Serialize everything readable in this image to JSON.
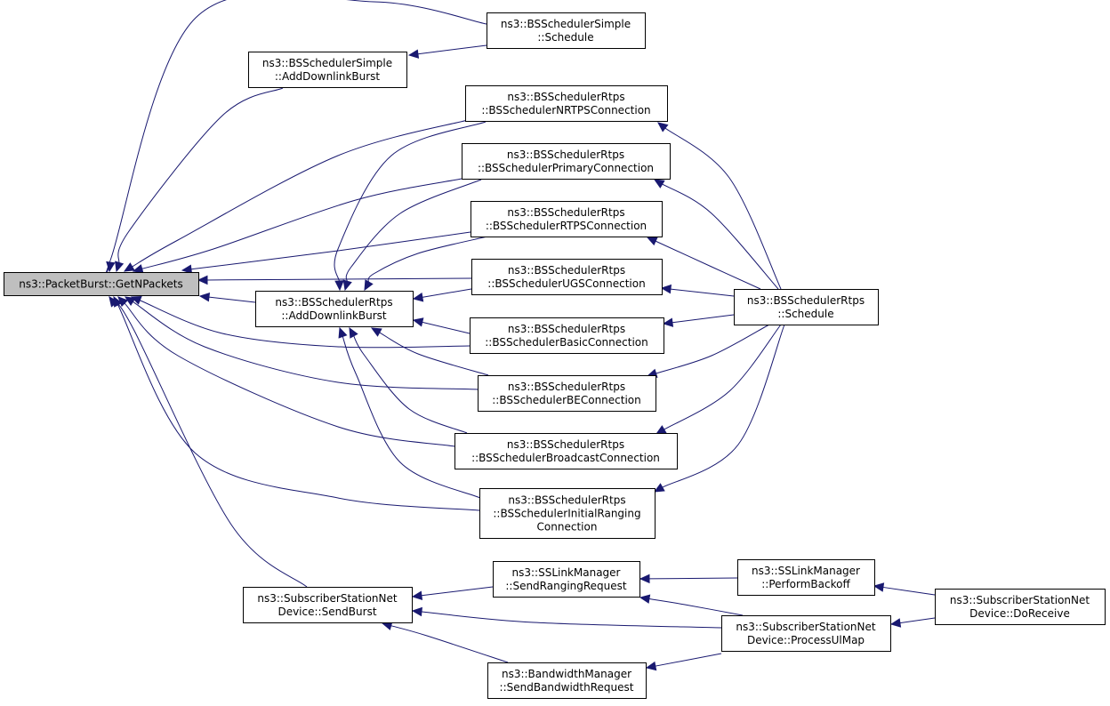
{
  "graph": {
    "root": "n_getnpackets",
    "nodes": [
      {
        "id": "n_getnpackets",
        "lines": [
          "ns3::PacketBurst::GetNPackets"
        ]
      },
      {
        "id": "n_simple_schedule",
        "lines": [
          "ns3::BSSchedulerSimple",
          "::Schedule"
        ]
      },
      {
        "id": "n_simple_adddl",
        "lines": [
          "ns3::BSSchedulerSimple",
          "::AddDownlinkBurst"
        ]
      },
      {
        "id": "n_rtps_nrtps",
        "lines": [
          "ns3::BSSchedulerRtps",
          "::BSSchedulerNRTPSConnection"
        ]
      },
      {
        "id": "n_rtps_primary",
        "lines": [
          "ns3::BSSchedulerRtps",
          "::BSSchedulerPrimaryConnection"
        ]
      },
      {
        "id": "n_rtps_rtps",
        "lines": [
          "ns3::BSSchedulerRtps",
          "::BSSchedulerRTPSConnection"
        ]
      },
      {
        "id": "n_rtps_adddl",
        "lines": [
          "ns3::BSSchedulerRtps",
          "::AddDownlinkBurst"
        ]
      },
      {
        "id": "n_rtps_ugs",
        "lines": [
          "ns3::BSSchedulerRtps",
          "::BSSchedulerUGSConnection"
        ]
      },
      {
        "id": "n_rtps_schedule",
        "lines": [
          "ns3::BSSchedulerRtps",
          "::Schedule"
        ]
      },
      {
        "id": "n_rtps_basic",
        "lines": [
          "ns3::BSSchedulerRtps",
          "::BSSchedulerBasicConnection"
        ]
      },
      {
        "id": "n_rtps_be",
        "lines": [
          "ns3::BSSchedulerRtps",
          "::BSSchedulerBEConnection"
        ]
      },
      {
        "id": "n_rtps_broadcast",
        "lines": [
          "ns3::BSSchedulerRtps",
          "::BSSchedulerBroadcastConnection"
        ]
      },
      {
        "id": "n_rtps_initial",
        "lines": [
          "ns3::BSSchedulerRtps",
          "::BSSchedulerInitialRanging",
          "Connection"
        ]
      },
      {
        "id": "n_ss_sendburst",
        "lines": [
          "ns3::SubscriberStationNet",
          "Device::SendBurst"
        ]
      },
      {
        "id": "n_sslm_sendranging",
        "lines": [
          "ns3::SSLinkManager",
          "::SendRangingRequest"
        ]
      },
      {
        "id": "n_sslm_backoff",
        "lines": [
          "ns3::SSLinkManager",
          "::PerformBackoff"
        ]
      },
      {
        "id": "n_ss_doreceive",
        "lines": [
          "ns3::SubscriberStationNet",
          "Device::DoReceive"
        ]
      },
      {
        "id": "n_ss_processulmap",
        "lines": [
          "ns3::SubscriberStationNet",
          "Device::ProcessUlMap"
        ]
      },
      {
        "id": "n_bwm_sendbw",
        "lines": [
          "ns3::BandwidthManager",
          "::SendBandwidthRequest"
        ]
      }
    ],
    "edges": [
      {
        "from": "n_simple_schedule",
        "to": "n_getnpackets"
      },
      {
        "from": "n_simple_schedule",
        "to": "n_simple_adddl"
      },
      {
        "from": "n_simple_adddl",
        "to": "n_getnpackets"
      },
      {
        "from": "n_rtps_nrtps",
        "to": "n_getnpackets"
      },
      {
        "from": "n_rtps_nrtps",
        "to": "n_rtps_adddl"
      },
      {
        "from": "n_rtps_primary",
        "to": "n_getnpackets"
      },
      {
        "from": "n_rtps_primary",
        "to": "n_rtps_adddl"
      },
      {
        "from": "n_rtps_rtps",
        "to": "n_getnpackets"
      },
      {
        "from": "n_rtps_rtps",
        "to": "n_rtps_adddl"
      },
      {
        "from": "n_rtps_adddl",
        "to": "n_getnpackets"
      },
      {
        "from": "n_rtps_ugs",
        "to": "n_getnpackets"
      },
      {
        "from": "n_rtps_ugs",
        "to": "n_rtps_adddl"
      },
      {
        "from": "n_rtps_basic",
        "to": "n_getnpackets"
      },
      {
        "from": "n_rtps_basic",
        "to": "n_rtps_adddl"
      },
      {
        "from": "n_rtps_be",
        "to": "n_getnpackets"
      },
      {
        "from": "n_rtps_be",
        "to": "n_rtps_adddl"
      },
      {
        "from": "n_rtps_broadcast",
        "to": "n_getnpackets"
      },
      {
        "from": "n_rtps_broadcast",
        "to": "n_rtps_adddl"
      },
      {
        "from": "n_rtps_initial",
        "to": "n_getnpackets"
      },
      {
        "from": "n_rtps_initial",
        "to": "n_rtps_adddl"
      },
      {
        "from": "n_rtps_schedule",
        "to": "n_rtps_nrtps"
      },
      {
        "from": "n_rtps_schedule",
        "to": "n_rtps_primary"
      },
      {
        "from": "n_rtps_schedule",
        "to": "n_rtps_rtps"
      },
      {
        "from": "n_rtps_schedule",
        "to": "n_rtps_ugs"
      },
      {
        "from": "n_rtps_schedule",
        "to": "n_rtps_basic"
      },
      {
        "from": "n_rtps_schedule",
        "to": "n_rtps_be"
      },
      {
        "from": "n_rtps_schedule",
        "to": "n_rtps_broadcast"
      },
      {
        "from": "n_rtps_schedule",
        "to": "n_rtps_initial"
      },
      {
        "from": "n_ss_sendburst",
        "to": "n_getnpackets"
      },
      {
        "from": "n_sslm_sendranging",
        "to": "n_ss_sendburst"
      },
      {
        "from": "n_ss_processulmap",
        "to": "n_ss_sendburst"
      },
      {
        "from": "n_bwm_sendbw",
        "to": "n_ss_sendburst"
      },
      {
        "from": "n_sslm_backoff",
        "to": "n_sslm_sendranging"
      },
      {
        "from": "n_ss_processulmap",
        "to": "n_sslm_sendranging"
      },
      {
        "from": "n_ss_processulmap",
        "to": "n_bwm_sendbw"
      },
      {
        "from": "n_ss_doreceive",
        "to": "n_sslm_backoff"
      },
      {
        "from": "n_ss_doreceive",
        "to": "n_ss_processulmap"
      }
    ]
  },
  "colors": {
    "edge": "#191970",
    "node_border": "#000000",
    "node_fill": "#ffffff",
    "root_fill": "#bfbfbf"
  }
}
